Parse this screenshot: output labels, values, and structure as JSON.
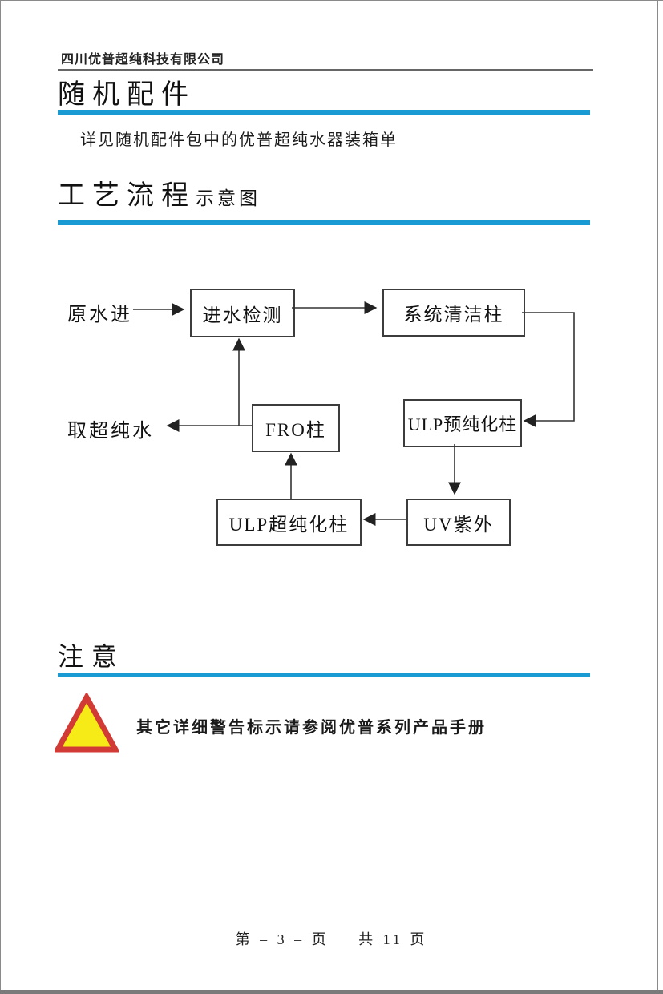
{
  "header": {
    "company": "四川优普超纯科技有限公司"
  },
  "sections": {
    "accessories": {
      "title": "随机配件",
      "body": "详见随机配件包中的优普超纯水器装箱单"
    },
    "process": {
      "title": "工艺流程",
      "subtitle": "示意图"
    },
    "notice": {
      "title": "注意",
      "warning_icon": "warning-triangle",
      "warning_text": "其它详细警告标示请参阅优普系列产品手册"
    }
  },
  "diagram": {
    "nodes": {
      "raw_in": "原水进",
      "inlet_check": "进水检测",
      "system_clean": "系统清洁柱",
      "ulp_pre": "ULP预纯化柱",
      "fro": "FRO柱",
      "ulp_ultra": "ULP超纯化柱",
      "uv": "UV紫外",
      "outlet": "取超纯水"
    },
    "edges": [
      {
        "from": "原水进",
        "to": "进水检测"
      },
      {
        "from": "进水检测",
        "to": "系统清洁柱"
      },
      {
        "from": "系统清洁柱",
        "to": "ULP预纯化柱"
      },
      {
        "from": "ULP预纯化柱",
        "to": "UV紫外"
      },
      {
        "from": "UV紫外",
        "to": "ULP超纯化柱"
      },
      {
        "from": "ULP超纯化柱",
        "to": "FRO柱"
      },
      {
        "from": "FRO柱",
        "to": "取超纯水"
      },
      {
        "from": "FRO柱",
        "to": "进水检测"
      }
    ]
  },
  "footer": {
    "page_current": "第 – 3 – 页",
    "page_total": "共 11 页"
  },
  "colors": {
    "accent_blue": "#1a9ad3",
    "frame_gray": "#7a7a7a",
    "triangle_red": "#d23b35",
    "triangle_yellow": "#f6eb16"
  }
}
